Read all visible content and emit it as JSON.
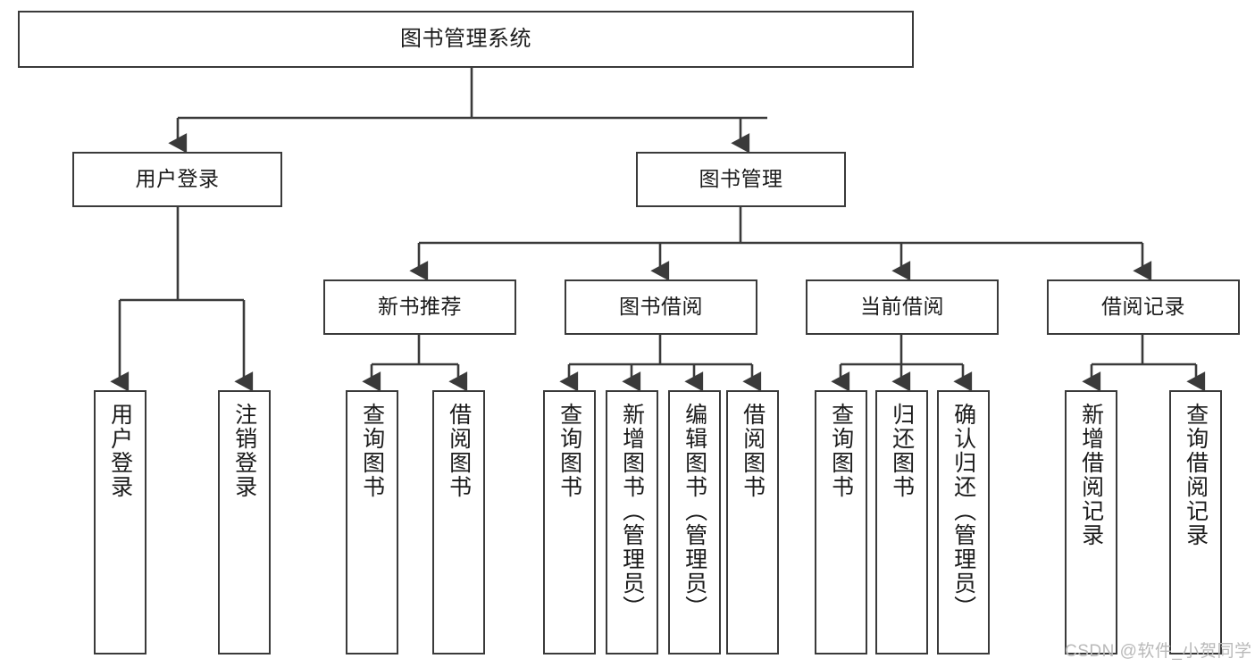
{
  "diagram": {
    "title": "图书管理系统",
    "type": "hierarchy-tree",
    "watermark": "CSDN @软件_小贺同学",
    "colors": {
      "stroke": "#3a3a3a",
      "fill": "#ffffff",
      "text": "#1b1b1b",
      "watermark": "#b9b9b9"
    },
    "nodes": {
      "root": {
        "label": "图书管理系统"
      },
      "level2": [
        {
          "key": "user_login",
          "label": "用户登录"
        },
        {
          "key": "book_manage",
          "label": "图书管理"
        }
      ],
      "level3": [
        {
          "key": "new_book_rec",
          "label": "新书推荐"
        },
        {
          "key": "book_borrow",
          "label": "图书借阅"
        },
        {
          "key": "current_borrow",
          "label": "当前借阅"
        },
        {
          "key": "borrow_record",
          "label": "借阅记录"
        }
      ],
      "leaves": {
        "user_login": [
          {
            "label": "用户登录"
          },
          {
            "label": "注销登录"
          }
        ],
        "new_book_rec": [
          {
            "label": "查询图书"
          },
          {
            "label": "借阅图书"
          }
        ],
        "book_borrow": [
          {
            "label": "查询图书"
          },
          {
            "label": "新增图书（管理员）"
          },
          {
            "label": "编辑图书（管理员）"
          },
          {
            "label": "借阅图书"
          }
        ],
        "current_borrow": [
          {
            "label": "查询图书"
          },
          {
            "label": "归还图书"
          },
          {
            "label": "确认归还（管理员）"
          }
        ],
        "borrow_record": [
          {
            "label": "新增借阅记录"
          },
          {
            "label": "查询借阅记录"
          }
        ]
      }
    }
  }
}
